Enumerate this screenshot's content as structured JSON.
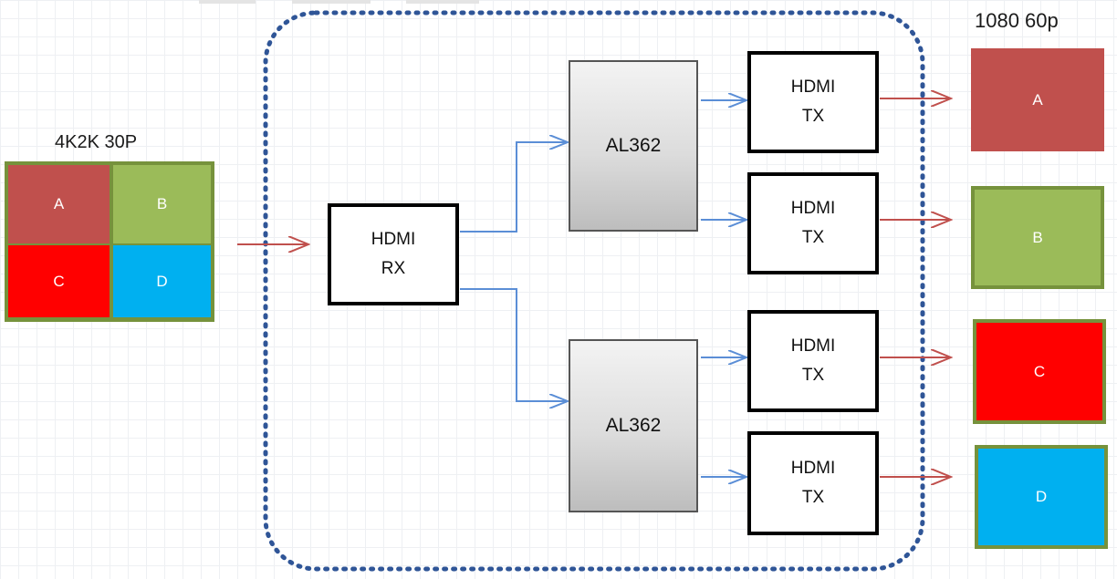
{
  "source": {
    "title": "4K2K 30P",
    "cells": [
      {
        "label": "A",
        "color": "#c0504d"
      },
      {
        "label": "B",
        "color": "#9bbb59"
      },
      {
        "label": "C",
        "color": "#ff0000"
      },
      {
        "label": "D",
        "color": "#00b0f0"
      }
    ],
    "frame_color": "#76923c"
  },
  "receiver": {
    "line1": "HDMI",
    "line2": "RX"
  },
  "chips": [
    {
      "label": "AL362"
    },
    {
      "label": "AL362"
    }
  ],
  "transmitters": [
    {
      "line1": "HDMI",
      "line2": "TX"
    },
    {
      "line1": "HDMI",
      "line2": "TX"
    },
    {
      "line1": "HDMI",
      "line2": "TX"
    },
    {
      "line1": "HDMI",
      "line2": "TX"
    }
  ],
  "output": {
    "title": "1080 60p",
    "screens": [
      {
        "label": "A",
        "color": "#c0504d",
        "border": "#c0504d"
      },
      {
        "label": "B",
        "color": "#9bbb59",
        "border": "#76923c"
      },
      {
        "label": "C",
        "color": "#ff0000",
        "border": "#76923c"
      },
      {
        "label": "D",
        "color": "#00b0f0",
        "border": "#76923c"
      }
    ]
  },
  "colors": {
    "blue_arrow": "#5b8ed6",
    "red_arrow": "#c0504d",
    "dotted_border": "#2f5597"
  }
}
